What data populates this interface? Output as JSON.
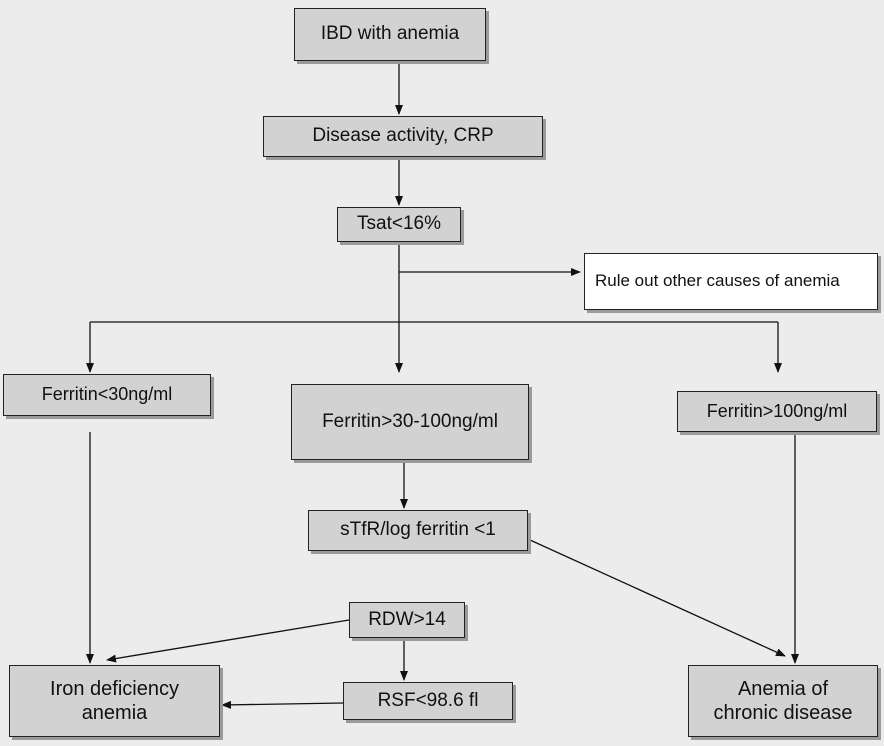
{
  "diagram": {
    "nodes": {
      "ibd": "IBD with anemia",
      "disease_activity": "Disease activity, CRP",
      "tsat": "Tsat<16%",
      "rule_out": "Rule out other causes of anemia",
      "ferritin_low": "Ferritin<30ng/ml",
      "ferritin_mid": "Ferritin>30-100ng/ml",
      "ferritin_high": "Ferritin>100ng/ml",
      "stfr": "sTfR/log ferritin <1",
      "rdw": "RDW>14",
      "rsf": "RSF<98.6 fl",
      "ida": "Iron deficiency anemia",
      "acd": "Anemia of chronic disease"
    },
    "colors": {
      "background": "#ececec",
      "box_fill": "#d2d2d2",
      "box_shadow": "#9a9a9a",
      "line": "#222222"
    }
  }
}
